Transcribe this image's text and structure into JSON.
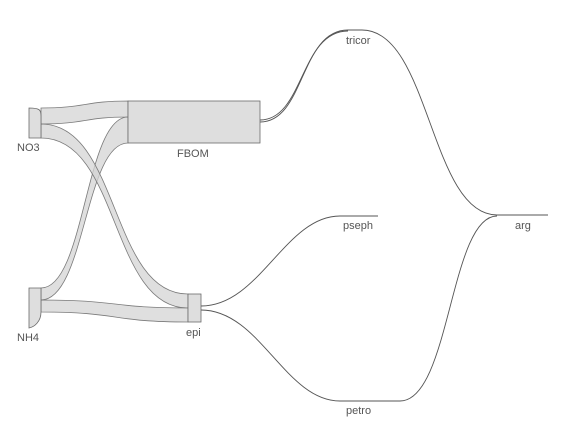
{
  "diagram": {
    "type": "sankey",
    "colors": {
      "node_fill": "#dedede",
      "link_fill": "#d4d4d4",
      "stroke": "#6a6a6a",
      "label": "#555555"
    },
    "nodes": [
      {
        "id": "NO3",
        "label": "NO3"
      },
      {
        "id": "NH4",
        "label": "NH4"
      },
      {
        "id": "FBOM",
        "label": "FBOM"
      },
      {
        "id": "epi",
        "label": "epi"
      },
      {
        "id": "tricor",
        "label": "tricor"
      },
      {
        "id": "pseph",
        "label": "pseph"
      },
      {
        "id": "petro",
        "label": "petro"
      },
      {
        "id": "arg",
        "label": "arg"
      }
    ],
    "links": [
      {
        "source": "NO3",
        "target": "FBOM"
      },
      {
        "source": "NO3",
        "target": "epi"
      },
      {
        "source": "NH4",
        "target": "FBOM"
      },
      {
        "source": "NH4",
        "target": "epi"
      },
      {
        "source": "FBOM",
        "target": "tricor"
      },
      {
        "source": "epi",
        "target": "pseph"
      },
      {
        "source": "epi",
        "target": "petro"
      },
      {
        "source": "tricor",
        "target": "arg"
      },
      {
        "source": "petro",
        "target": "arg"
      }
    ]
  }
}
